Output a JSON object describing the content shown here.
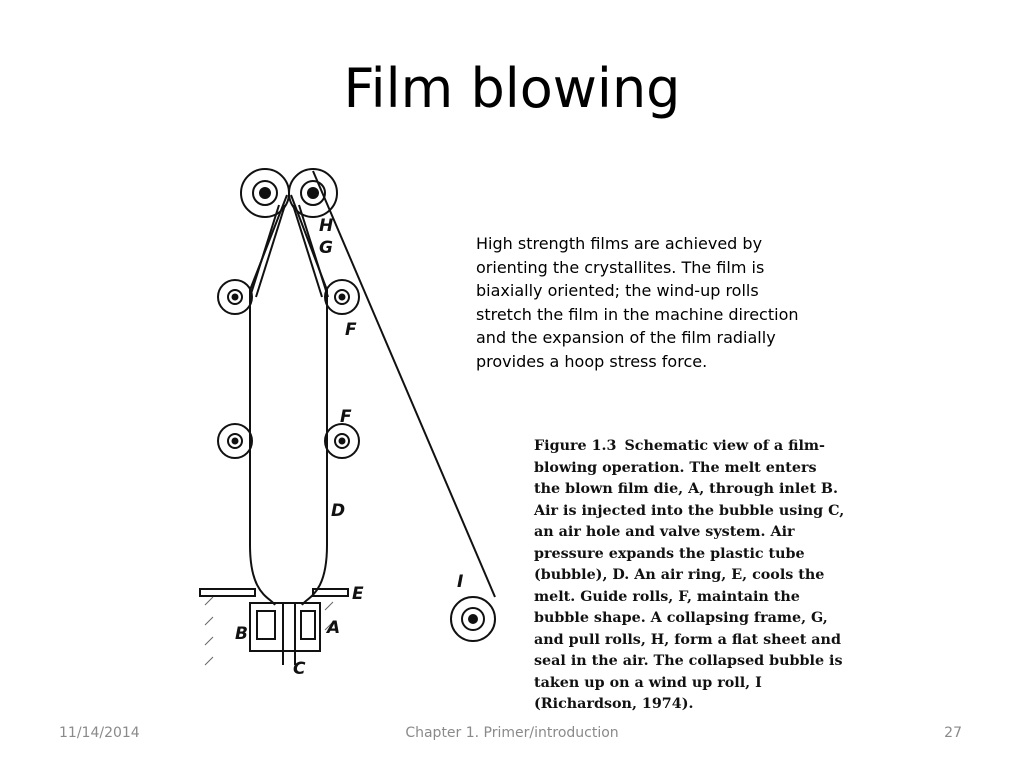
{
  "slide": {
    "title": "Film blowing",
    "body_text": "High strength films are achieved by orienting the crystallites. The film is biaxially oriented; the wind-up rolls stretch the film in the machine direction and the expansion of the film radially provides a hoop stress force."
  },
  "figure": {
    "caption_label": "Figure 1.3",
    "caption_text": "Schematic view of a film-blowing operation. The melt enters the blown film die, A, through inlet B. Air is injected into the bubble using C, an air hole and valve system. Air pressure expands the plastic tube (bubble), D. An air ring, E, cools the melt. Guide rolls, F, maintain the bubble shape. A collapsing frame, G, and pull rolls, H, form a flat sheet and seal in the air. The collapsed bubble is taken up on a wind up roll, I (Richardson, 1974).",
    "labels": {
      "H": "H",
      "G": "G",
      "F_upper": "F",
      "F_lower": "F",
      "D": "D",
      "E": "E",
      "B": "B",
      "A": "A",
      "C": "C",
      "I": "I"
    }
  },
  "footer": {
    "date": "11/14/2014",
    "chapter": "Chapter 1. Primer/introduction",
    "page_number": "27"
  }
}
